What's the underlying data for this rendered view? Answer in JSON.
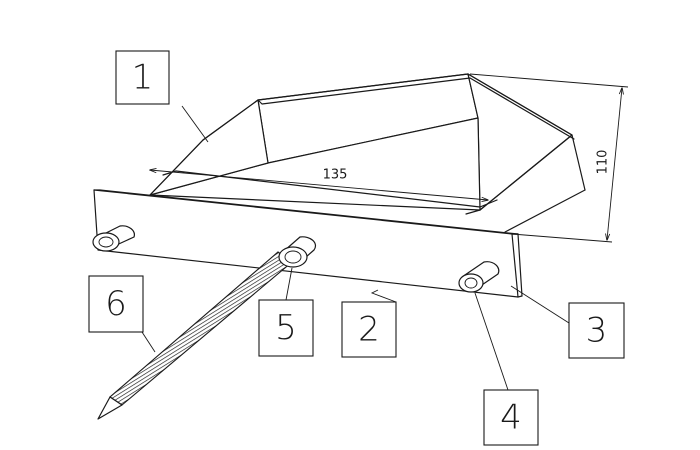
{
  "dimensions": {
    "width_label": "135",
    "height_label": "110"
  },
  "callouts": [
    {
      "id": "1",
      "text": "1"
    },
    {
      "id": "2",
      "text": "2"
    },
    {
      "id": "3",
      "text": "3"
    },
    {
      "id": "4",
      "text": "4"
    },
    {
      "id": "5",
      "text": "5"
    },
    {
      "id": "6",
      "text": "6"
    }
  ]
}
